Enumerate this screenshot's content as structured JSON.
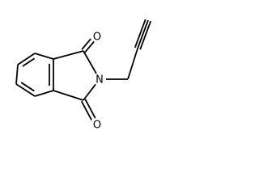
{
  "molecule": {
    "atoms": [
      {
        "id": "c1",
        "label": ""
      },
      {
        "id": "c2",
        "label": ""
      },
      {
        "id": "c3",
        "label": ""
      },
      {
        "id": "c4",
        "label": ""
      },
      {
        "id": "c5",
        "label": ""
      },
      {
        "id": "c6",
        "label": ""
      },
      {
        "id": "c7",
        "label": ""
      },
      {
        "id": "c8",
        "label": ""
      },
      {
        "id": "n1",
        "label": "N"
      },
      {
        "id": "o1",
        "label": "O"
      },
      {
        "id": "o2",
        "label": "O"
      },
      {
        "id": "c9",
        "label": ""
      },
      {
        "id": "c10",
        "label": ""
      },
      {
        "id": "c11",
        "label": ""
      }
    ],
    "bonds": [
      {
        "from": "c1",
        "to": "c2",
        "order": 1
      },
      {
        "from": "c2",
        "to": "c3",
        "order": 2
      },
      {
        "from": "c3",
        "to": "c4",
        "order": 1
      },
      {
        "from": "c4",
        "to": "c5",
        "order": 2
      },
      {
        "from": "c5",
        "to": "c6",
        "order": 1
      },
      {
        "from": "c6",
        "to": "c1",
        "order": 2
      },
      {
        "from": "c1",
        "to": "c7",
        "order": 1
      },
      {
        "from": "c6",
        "to": "c8",
        "order": 1
      },
      {
        "from": "c7",
        "to": "n1",
        "order": 1
      },
      {
        "from": "c8",
        "to": "n1",
        "order": 1
      },
      {
        "from": "c7",
        "to": "o1",
        "order": 2
      },
      {
        "from": "c8",
        "to": "o2",
        "order": 2
      },
      {
        "from": "n1",
        "to": "c9",
        "order": 1
      },
      {
        "from": "c9",
        "to": "c10",
        "order": 1
      },
      {
        "from": "c10",
        "to": "c11",
        "order": 3
      }
    ]
  }
}
